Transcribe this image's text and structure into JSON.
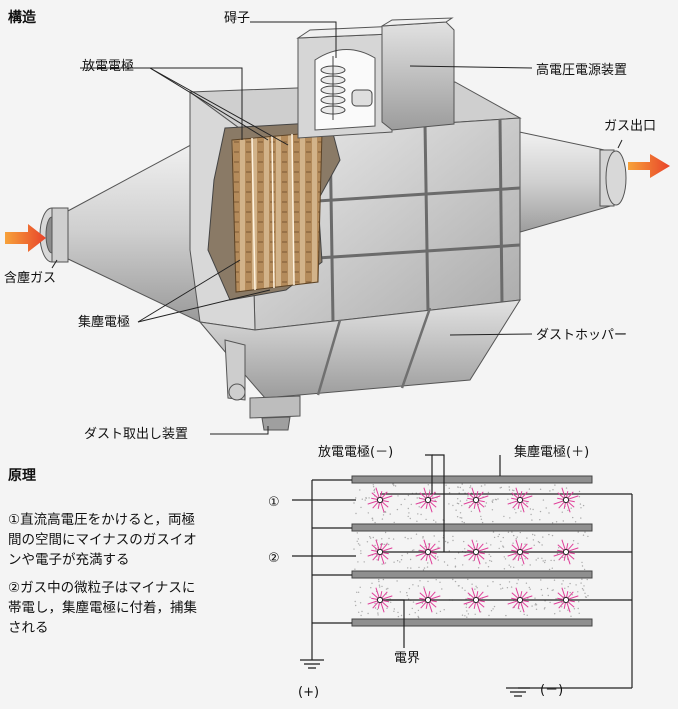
{
  "structure": {
    "heading": "構造",
    "labels": {
      "insulator": "碍子",
      "discharge_electrode": "放電電極",
      "hv_supply": "高電圧電源装置",
      "gas_outlet": "ガス出口",
      "dusty_gas": "含塵ガス",
      "collecting_electrode": "集塵電極",
      "dust_hopper": "ダストホッパー",
      "dust_removal": "ダスト取出し装置"
    },
    "colors": {
      "arrow_red": "#e8432a",
      "electrode_brown": "#b48b5b",
      "metal_light": "#dcdcdc",
      "metal_dark": "#9a9a9a"
    }
  },
  "principle": {
    "heading": "原理",
    "paragraphs": [
      [
        "①直流高電圧をかけると，両極",
        "間の空間にマイナスのガスイオ",
        "ンや電子が充満する"
      ],
      [
        "②ガス中の微粒子はマイナスに",
        "帯電し，集塵電極に付着，捕集",
        "される"
      ]
    ]
  },
  "schematic": {
    "discharge_label": "放電電極(－)",
    "collecting_label": "集塵電極(＋)",
    "marker1": "①",
    "marker2": "②",
    "field_label": "電界",
    "plus_label": "(+)",
    "minus_label": "(－)",
    "colors": {
      "plate": "#8f8f8f",
      "spark": "#e0409a",
      "dust": "#aaaaaa"
    }
  }
}
